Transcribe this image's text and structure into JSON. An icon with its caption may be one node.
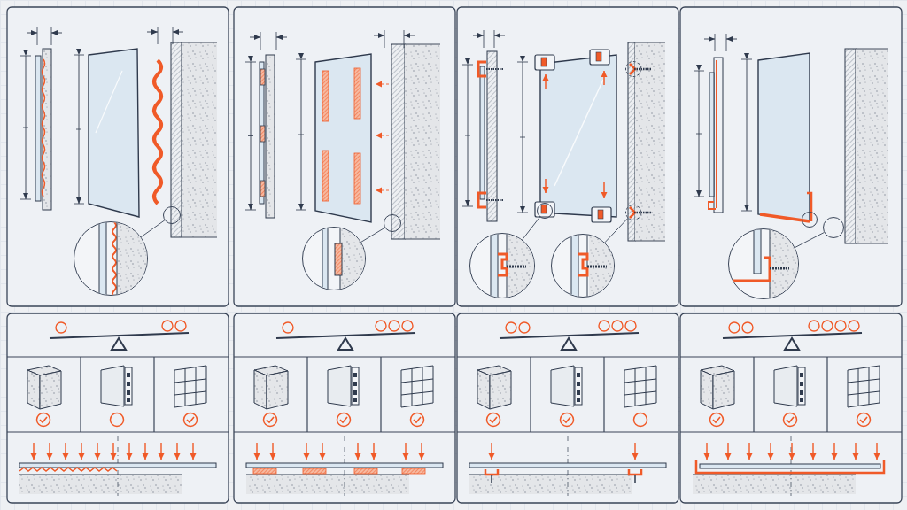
{
  "diagram": {
    "nodes": [
      {
        "text": [],
        "shape": "circle"
      },
      {
        "text": [],
        "shape": "circle"
      },
      {
        "text": [],
        "shape": "circle"
      },
      {
        "text": [],
        "shape": "circle"
      },
      {
        "text": [],
        "shape": "circle"
      },
      {
        "text": [],
        "shape": "circle"
      },
      {
        "text": [],
        "shape": "circle"
      },
      {
        "text": [],
        "shape": "circle"
      },
      {
        "text": [],
        "shape": "circle"
      },
      {
        "text": [],
        "shape": "circle"
      },
      {
        "text": [],
        "shape": "circle"
      },
      {
        "text": [],
        "shape": "circle"
      }
    ],
    "edges": [
      {
        "from": 7,
        "to": 0,
        "arrow": "none"
      },
      {
        "from": 8,
        "to": 1,
        "arrow": "none"
      },
      {
        "from": 9,
        "to": 3,
        "arrow": "none"
      },
      {
        "from": 10,
        "to": 4,
        "arrow": "none"
      },
      {
        "from": 11,
        "to": 6,
        "arrow": "none"
      }
    ]
  }
}
